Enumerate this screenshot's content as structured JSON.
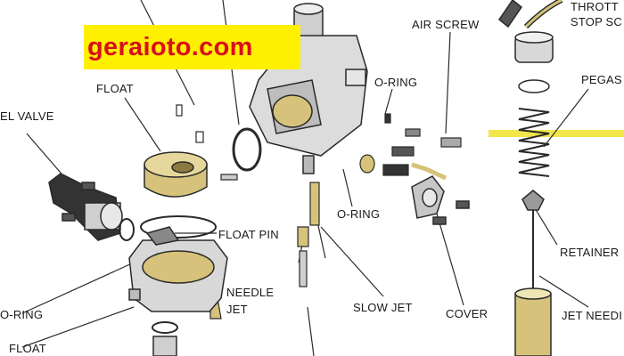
{
  "watermark": {
    "text": "geraioto.com",
    "bg_color": "#ffef00",
    "text_color": "#d8101a"
  },
  "labels": {
    "air_screw": "AIR SCREW",
    "throttle_stop_1": "THROTT",
    "throttle_stop_2": "STOP SC",
    "float_top": "FLOAT",
    "o_ring_top": "O-RING",
    "pegas": "PEGAS",
    "fuel_valve": "EL VALVE",
    "o_ring_mid": "O-RING",
    "float_pin": "FLOAT PIN",
    "retainer": "RETAINER",
    "needle_jet_1": "NEEDLE",
    "needle_jet_2": "JET",
    "slow_jet": "SLOW JET",
    "cover": "COVER",
    "o_ring_bottom": "O-RING",
    "jet_needle": "JET NEEDI",
    "float_bottom": "FLOAT"
  },
  "colors": {
    "line": "#2a2a2a",
    "part_fill": "#e8e8e8",
    "part_shade": "#b9b9b9",
    "brass": "#d6c27a",
    "highlight_bar": "#f2e64a"
  }
}
